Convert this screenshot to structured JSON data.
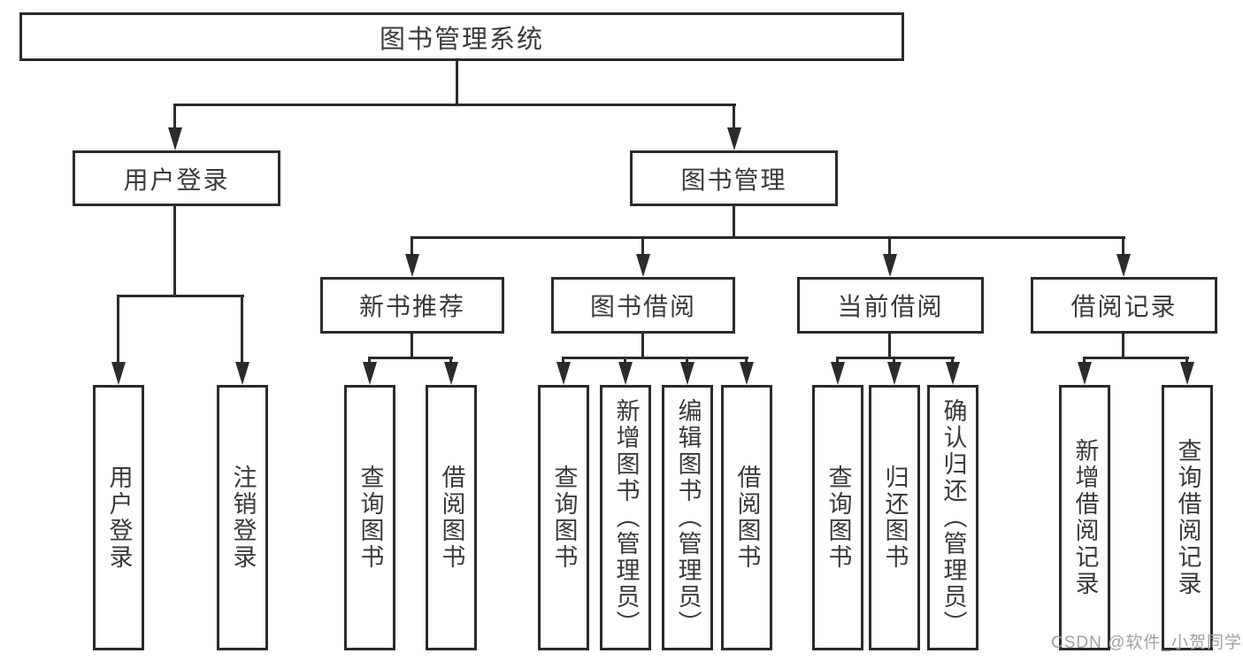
{
  "colors": {
    "line": "#2b2b2b",
    "text": "#3a3a3a",
    "boxbg": "#ffffff",
    "watermark": "#9b9ba3"
  },
  "tree": {
    "root": "图书管理系统",
    "level1": [
      {
        "label": "用户登录"
      },
      {
        "label": "图书管理"
      }
    ],
    "level2": [
      {
        "label": "新书推荐"
      },
      {
        "label": "图书借阅"
      },
      {
        "label": "当前借阅"
      },
      {
        "label": "借阅记录"
      }
    ],
    "leaves": {
      "userLogin": [
        {
          "label": "用户登录"
        },
        {
          "label": "注销登录"
        }
      ],
      "newBookRecommend": [
        {
          "label": "查询图书"
        },
        {
          "label": "借阅图书"
        }
      ],
      "bookBorrow": [
        {
          "label": "查询图书"
        },
        {
          "label": "新增图书（管理员）"
        },
        {
          "label": "编辑图书（管理员）"
        },
        {
          "label": "借阅图书"
        }
      ],
      "currentBorrow": [
        {
          "label": "查询图书"
        },
        {
          "label": "归还图书"
        },
        {
          "label": "确认归还（管理员）"
        }
      ],
      "borrowRecords": [
        {
          "label": "新增借阅记录"
        },
        {
          "label": "查询借阅记录"
        }
      ]
    }
  },
  "watermark": {
    "text": "CSDN @软件_小贺同学"
  }
}
